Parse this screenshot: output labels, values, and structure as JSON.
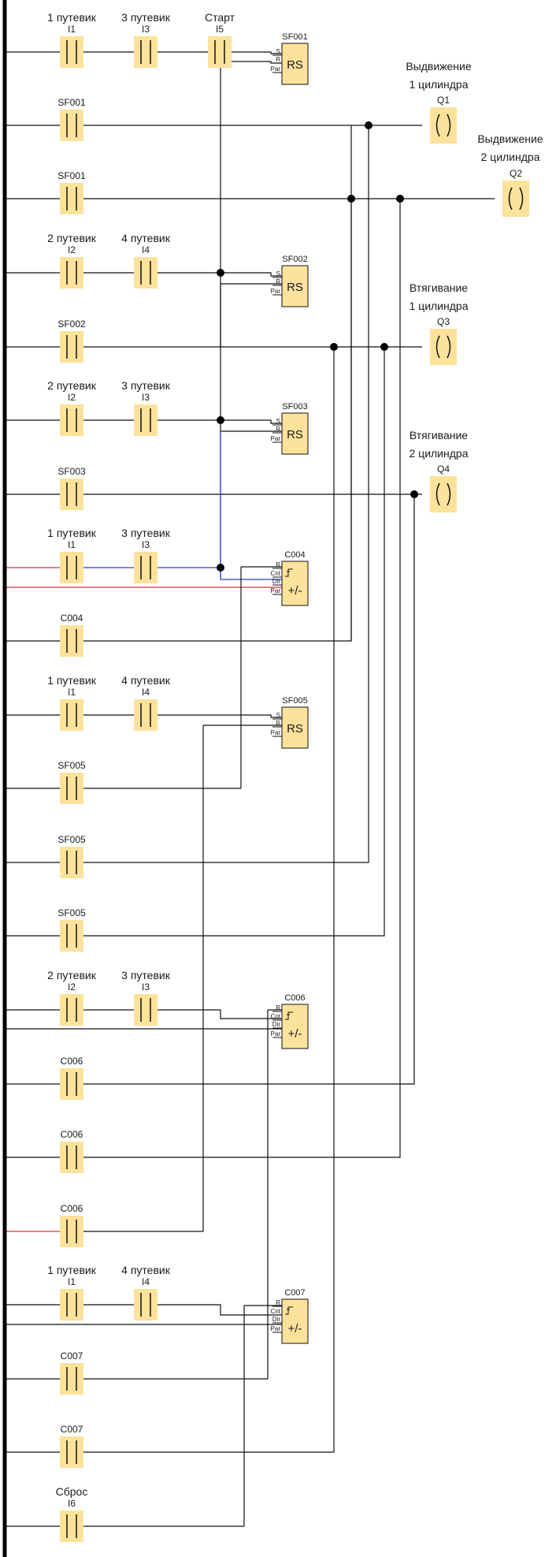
{
  "diagram": {
    "title": "",
    "colors": {
      "wire": "#111111",
      "active_wire": "#2a3ce0",
      "alert_wire": "#e23232",
      "contact_fill": "#fde29b",
      "rail": "#000000"
    },
    "contacts": [
      {
        "id": "c1",
        "label": "1 путевик",
        "addr": "I1"
      },
      {
        "id": "c2",
        "label": "3 путевик",
        "addr": "I3"
      },
      {
        "id": "c3",
        "label": "Старт",
        "addr": "I5"
      },
      {
        "id": "c4",
        "label": "",
        "addr": "SF001"
      },
      {
        "id": "c5",
        "label": "",
        "addr": "SF001"
      },
      {
        "id": "c6",
        "label": "2 путевик",
        "addr": "I2"
      },
      {
        "id": "c7",
        "label": "4 путевик",
        "addr": "I4"
      },
      {
        "id": "c8",
        "label": "",
        "addr": "SF002"
      },
      {
        "id": "c9",
        "label": "2 путевик",
        "addr": "I2"
      },
      {
        "id": "c10",
        "label": "3 путевик",
        "addr": "I3"
      },
      {
        "id": "c11",
        "label": "",
        "addr": "SF003"
      },
      {
        "id": "c12",
        "label": "1 путевик",
        "addr": "I1"
      },
      {
        "id": "c13",
        "label": "3 путевик",
        "addr": "I3"
      },
      {
        "id": "c14",
        "label": "",
        "addr": "C004"
      },
      {
        "id": "c15",
        "label": "1 путевик",
        "addr": "I1"
      },
      {
        "id": "c16",
        "label": "4 путевик",
        "addr": "I4"
      },
      {
        "id": "c17",
        "label": "",
        "addr": "SF005"
      },
      {
        "id": "c18",
        "label": "",
        "addr": "SF005"
      },
      {
        "id": "c19",
        "label": "",
        "addr": "SF005"
      },
      {
        "id": "c20",
        "label": "2 путевик",
        "addr": "I2"
      },
      {
        "id": "c21",
        "label": "3 путевик",
        "addr": "I3"
      },
      {
        "id": "c22",
        "label": "",
        "addr": "C006"
      },
      {
        "id": "c23",
        "label": "",
        "addr": "C006"
      },
      {
        "id": "c24",
        "label": "",
        "addr": "C006"
      },
      {
        "id": "c25",
        "label": "1 путевик",
        "addr": "I1"
      },
      {
        "id": "c26",
        "label": "4 путевик",
        "addr": "I4"
      },
      {
        "id": "c27",
        "label": "",
        "addr": "C007"
      },
      {
        "id": "c28",
        "label": "",
        "addr": "C007"
      },
      {
        "id": "c29",
        "label": "Сброс",
        "addr": "I6"
      }
    ],
    "blocks": [
      {
        "id": "b1",
        "name": "SF001",
        "symbol": "RS",
        "pins": [
          "S",
          "R",
          "Par"
        ]
      },
      {
        "id": "b2",
        "name": "SF002",
        "symbol": "RS",
        "pins": [
          "S",
          "R",
          "Par"
        ]
      },
      {
        "id": "b3",
        "name": "SF003",
        "symbol": "RS",
        "pins": [
          "S",
          "R",
          "Par"
        ]
      },
      {
        "id": "b4",
        "name": "C004",
        "symbol": "+/-",
        "pins": [
          "R",
          "Cnt",
          "Dir",
          "Par"
        ]
      },
      {
        "id": "b5",
        "name": "SF005",
        "symbol": "RS",
        "pins": [
          "S",
          "R",
          "Par"
        ]
      },
      {
        "id": "b6",
        "name": "C006",
        "symbol": "+/-",
        "pins": [
          "R",
          "Cnt",
          "Dir",
          "Par"
        ]
      },
      {
        "id": "b7",
        "name": "C007",
        "symbol": "+/-",
        "pins": [
          "R",
          "Cnt",
          "Dir",
          "Par"
        ]
      }
    ],
    "coils": [
      {
        "id": "q1",
        "addr": "Q1",
        "label_lines": [
          "Выдвижение",
          "1 цилиндра"
        ]
      },
      {
        "id": "q2",
        "addr": "Q2",
        "label_lines": [
          "Выдвижение",
          "2 цилиндра"
        ]
      },
      {
        "id": "q3",
        "addr": "Q3",
        "label_lines": [
          "Втягивание",
          "1 цилиндра"
        ]
      },
      {
        "id": "q4",
        "addr": "Q4",
        "label_lines": [
          "Втягивание",
          "2 цилиндра"
        ]
      }
    ]
  }
}
